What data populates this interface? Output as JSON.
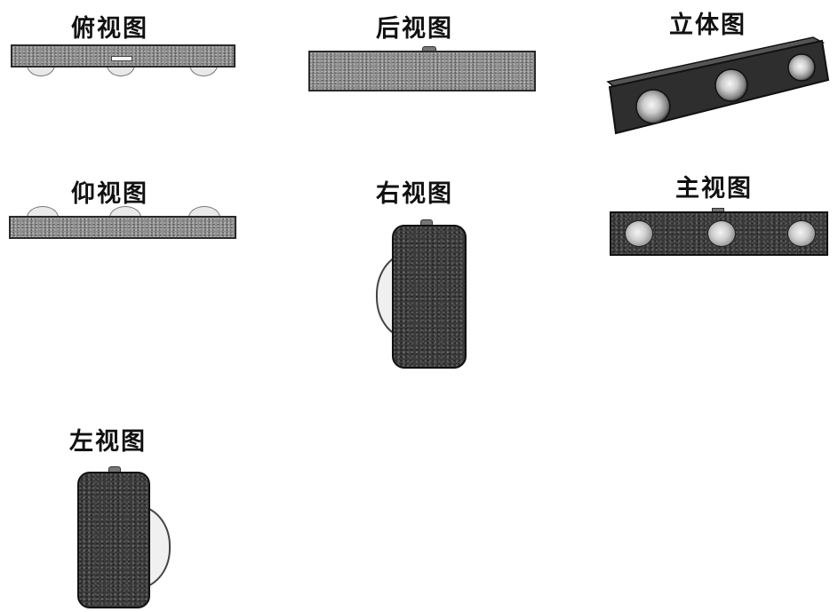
{
  "views": {
    "top": {
      "label": "俯视图"
    },
    "rear": {
      "label": "后视图"
    },
    "perspective": {
      "label": "立体图"
    },
    "bottom": {
      "label": "仰视图"
    },
    "right": {
      "label": "右视图"
    },
    "front": {
      "label": "主视图"
    },
    "left": {
      "label": "左视图"
    }
  }
}
